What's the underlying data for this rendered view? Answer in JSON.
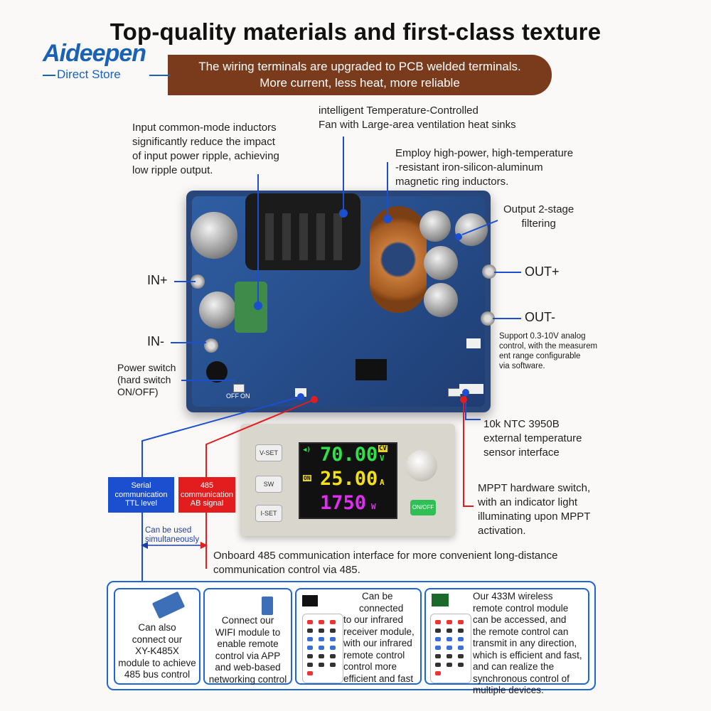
{
  "headline": "Top-quality materials and first-class texture",
  "logo": {
    "brand": "Aideepen",
    "subtitle": "Direct Store"
  },
  "banner": {
    "line1": "The wiring terminals are upgraded to PCB welded terminals.",
    "line2": "More current, less heat, more reliable"
  },
  "notes": {
    "inductors": [
      "Input common-mode inductors",
      "significantly reduce the impact",
      "of input power ripple, achieving",
      "low ripple output."
    ],
    "fan": [
      "intelligent Temperature-Controlled",
      "Fan with Large-area ventilation heat sinks"
    ],
    "magnetic": [
      "Employ high-power, high-temperature",
      "-resistant iron-silicon-aluminum",
      "magnetic ring inductors."
    ],
    "filtering": [
      "Output 2-stage",
      "filtering"
    ],
    "in_plus": "IN+",
    "in_minus": "IN-",
    "out_plus": "OUT+",
    "out_minus": "OUT-",
    "analog": [
      "Support 0.3-10V analog",
      "control, with the measurem",
      "ent range configurable",
      "via software."
    ],
    "power_switch": [
      "Power switch",
      "(hard switch",
      "ON/OFF)"
    ],
    "ntc": [
      "10k NTC 3950B",
      " external temperature",
      "sensor interface"
    ],
    "mppt": [
      "MPPT hardware switch,",
      "with an indicator light",
      "illuminating upon MPPT",
      "activation."
    ],
    "onboard485": [
      "Onboard 485 communication interface for more convenient long-distance",
      "communication control via 485."
    ],
    "can_be_used": [
      "Can be used",
      "simultaneously"
    ]
  },
  "tags": {
    "serial": [
      "Serial",
      "communication",
      "TTL level"
    ],
    "rs485": [
      "485",
      "communication",
      "AB signal"
    ]
  },
  "board": {
    "off_label": "OFF",
    "on_label": "ON"
  },
  "display": {
    "buttons": [
      "V-SET",
      "SW",
      "I-SET"
    ],
    "onoff": "ON/OFF",
    "voltage": "70.00",
    "voltage_unit": "V",
    "cv": "CV",
    "on_badge": "ON",
    "current": "25.00",
    "current_unit": "A",
    "power": "1750",
    "power_unit": "W",
    "colors": {
      "voltage": "#2fe04a",
      "current": "#f5e018",
      "power": "#e02ef0"
    }
  },
  "cards": [
    {
      "text": [
        "Can also",
        "connect our",
        "XY-K485X",
        "module to achieve",
        "485 bus control"
      ]
    },
    {
      "text": [
        "Connect our",
        "WIFI module to",
        "enable remote",
        "control via APP",
        "and web-based",
        "networking control"
      ]
    },
    {
      "text": [
        "Can be",
        "connected",
        "to our infrared",
        "receiver module,",
        "with our infrared",
        "remote control",
        "control more",
        "efficient and fast"
      ]
    },
    {
      "text": [
        "Our 433M wireless",
        "remote control module",
        "can be accessed, and",
        "the remote control can",
        "transmit in any direction,",
        "which is efficient and fast,",
        " and can realize the",
        "synchronous control of",
        "multiple devices."
      ]
    }
  ]
}
